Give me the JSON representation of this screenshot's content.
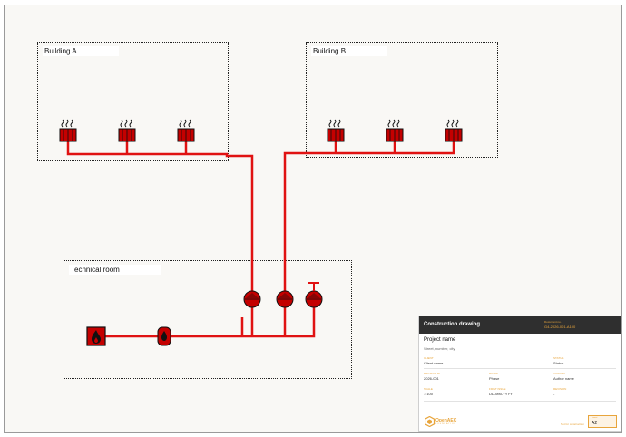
{
  "zones": {
    "building_a": "Building A",
    "building_b": "Building B",
    "technical_room": "Technical room"
  },
  "title_block": {
    "drawing_type": "Construction drawing",
    "document_number_label": "Document no.",
    "document_number": "G4-2026-001-A100",
    "project_name": "Project name",
    "address": "Street, number, city",
    "client_label": "CLIENT",
    "client": "Client name",
    "status_label": "STATUS",
    "status": "Status",
    "project_id_label": "PROJECT ID",
    "project_id": "2026-001",
    "phase_label": "PHASE",
    "phase": "Phase",
    "author_label": "AUTHOR",
    "author": "Author name",
    "scale_label": "SCALE",
    "scale": "1:100",
    "date_label": "FIRST ISSUE",
    "date": "DD-MM-YYYY",
    "revision_label": "REVISION",
    "revision": "-",
    "brand": "OpenAEC",
    "brand_sub": "FOUNDATION",
    "sheet_size_label": "Not for construction",
    "sheet_size_small": "Format",
    "sheet_size": "A2"
  },
  "colors": {
    "pipe": "#e01212",
    "equipment_fill": "#c40000",
    "equipment_stroke": "#111111",
    "accent": "#e8a53c"
  },
  "icons": {
    "radiator": "radiator-icon",
    "pump": "pump-icon",
    "boiler": "boiler-flame-icon",
    "expansion_vessel": "expansion-vessel-icon",
    "valve": "valve-icon"
  }
}
